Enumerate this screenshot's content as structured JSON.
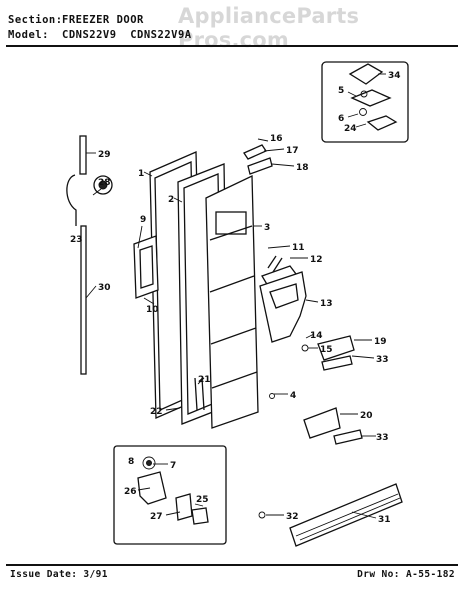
{
  "header": {
    "section_label": "Section:",
    "section_value": "FREEZER DOOR",
    "model_label": "Model:",
    "model_value": "CDNS22V9  CDNS22V9A"
  },
  "watermark": "ApplianceParts Pros.com",
  "footer": {
    "issue_date": "Issue Date: 3/91",
    "drawing_no": "Drw No: A-55-182"
  },
  "callouts": [
    "34",
    "5",
    "6",
    "24",
    "29",
    "28",
    "23",
    "30",
    "16",
    "17",
    "18",
    "1",
    "2",
    "3",
    "9",
    "10",
    "11",
    "12",
    "13",
    "14",
    "15",
    "19",
    "33",
    "4",
    "21",
    "22",
    "20",
    "8",
    "7",
    "26",
    "25",
    "27",
    "32",
    "31"
  ]
}
